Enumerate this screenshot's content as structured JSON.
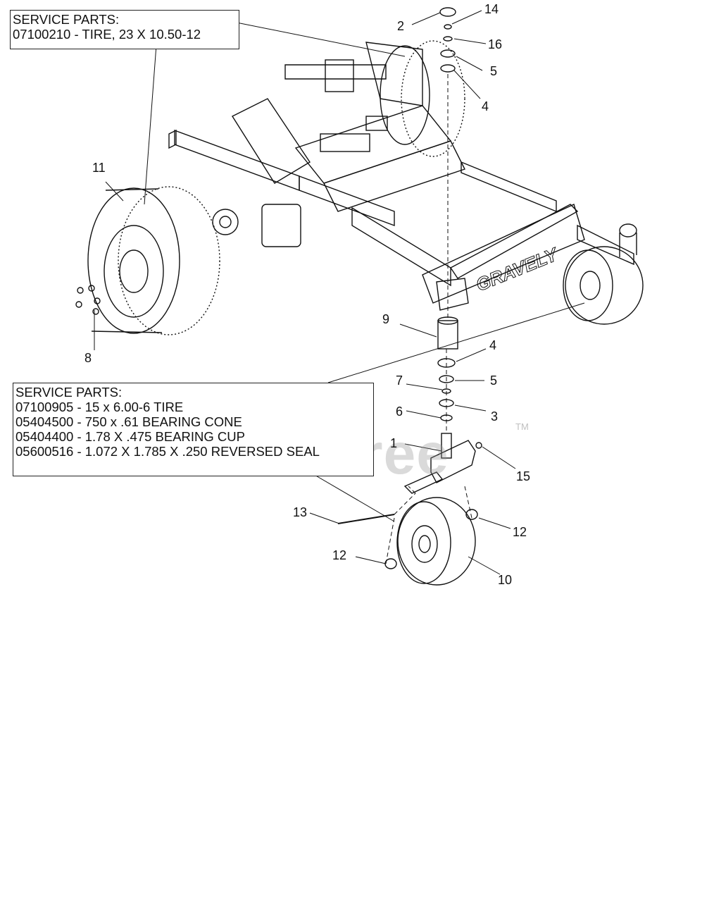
{
  "service_parts_rear": {
    "title": "SERVICE PARTS:",
    "lines": [
      "07100210 - TIRE, 23 X 10.50-12"
    ]
  },
  "service_parts_front": {
    "title": "SERVICE PARTS:",
    "lines": [
      "07100905 - 15 x 6.00-6 TIRE",
      "05404500 - 750 x .61 BEARING CONE",
      "05404400 - 1.78 X .475 BEARING CUP",
      "05600516 - 1.072 X 1.785 X .250 REVERSED SEAL"
    ]
  },
  "callouts": {
    "c1": "1",
    "c2": "2",
    "c3": "3",
    "c4a": "4",
    "c4b": "4",
    "c5a": "5",
    "c5b": "5",
    "c6": "6",
    "c7": "7",
    "c8": "8",
    "c9": "9",
    "c10": "10",
    "c11": "11",
    "c12a": "12",
    "c12b": "12",
    "c13": "13",
    "c14": "14",
    "c15": "15",
    "c16": "16"
  },
  "frame_logo": "GRAVELY",
  "watermark": "PartsTree",
  "trademark": "TM"
}
